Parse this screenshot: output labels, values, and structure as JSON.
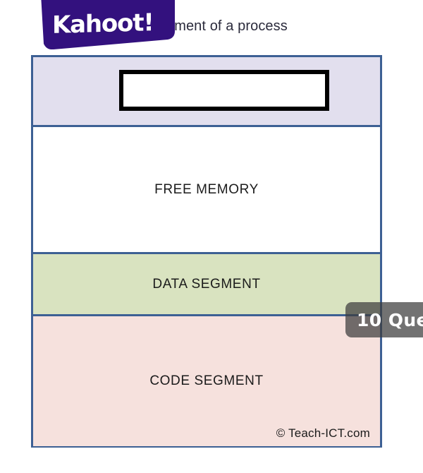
{
  "question": {
    "title_visible_text": "ry segment of a process"
  },
  "brand": {
    "logo_text": "Kahoot!",
    "logo_color": "#33117e",
    "logo_text_color": "#ffffff"
  },
  "counter": {
    "label": "10 Que",
    "background_color": "rgba(60,60,60,0.72)",
    "text_color": "#ffffff"
  },
  "diagram": {
    "border_color": "#3d6094",
    "segments": [
      {
        "label": "",
        "name": "stack-segment",
        "fill": "#e2dfee",
        "has_answer_box": true
      },
      {
        "label": "FREE MEMORY",
        "name": "free-memory-segment",
        "fill": "#ffffff",
        "has_answer_box": false
      },
      {
        "label": "DATA SEGMENT",
        "name": "data-segment",
        "fill": "#d9e3c0",
        "has_answer_box": false
      },
      {
        "label": "CODE SEGMENT",
        "name": "code-segment",
        "fill": "#f6e1dd",
        "has_answer_box": false
      }
    ],
    "answer_box_value": "",
    "copyright": "© Teach-ICT.com"
  }
}
